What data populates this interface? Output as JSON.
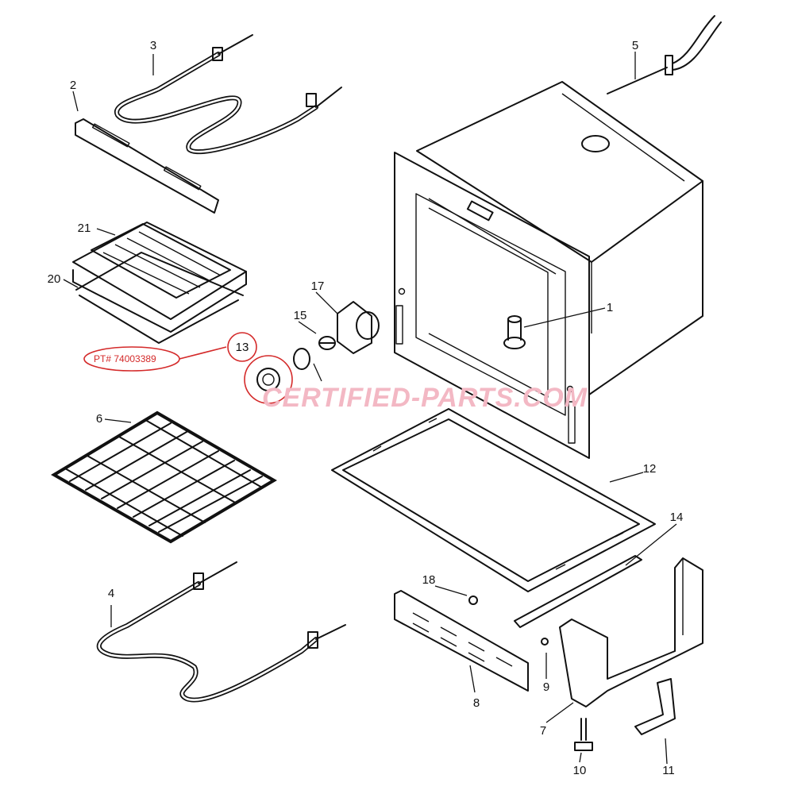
{
  "watermark": "CERTIFIED-PARTS.COM",
  "part_number_callout": "PT# 74003389",
  "callout_numbers": {
    "n1": "1",
    "n2": "2",
    "n3": "3",
    "n4": "4",
    "n5": "5",
    "n6": "6",
    "n7": "7",
    "n8": "8",
    "n9": "9",
    "n10": "10",
    "n11": "11",
    "n12": "12",
    "n13": "13",
    "n14": "14",
    "n15": "15",
    "n17": "17",
    "n18": "18",
    "n20": "20",
    "n21": "21"
  },
  "colors": {
    "ink": "#111111",
    "highlight": "#d42a2a",
    "watermark": "#f3b8c4"
  }
}
